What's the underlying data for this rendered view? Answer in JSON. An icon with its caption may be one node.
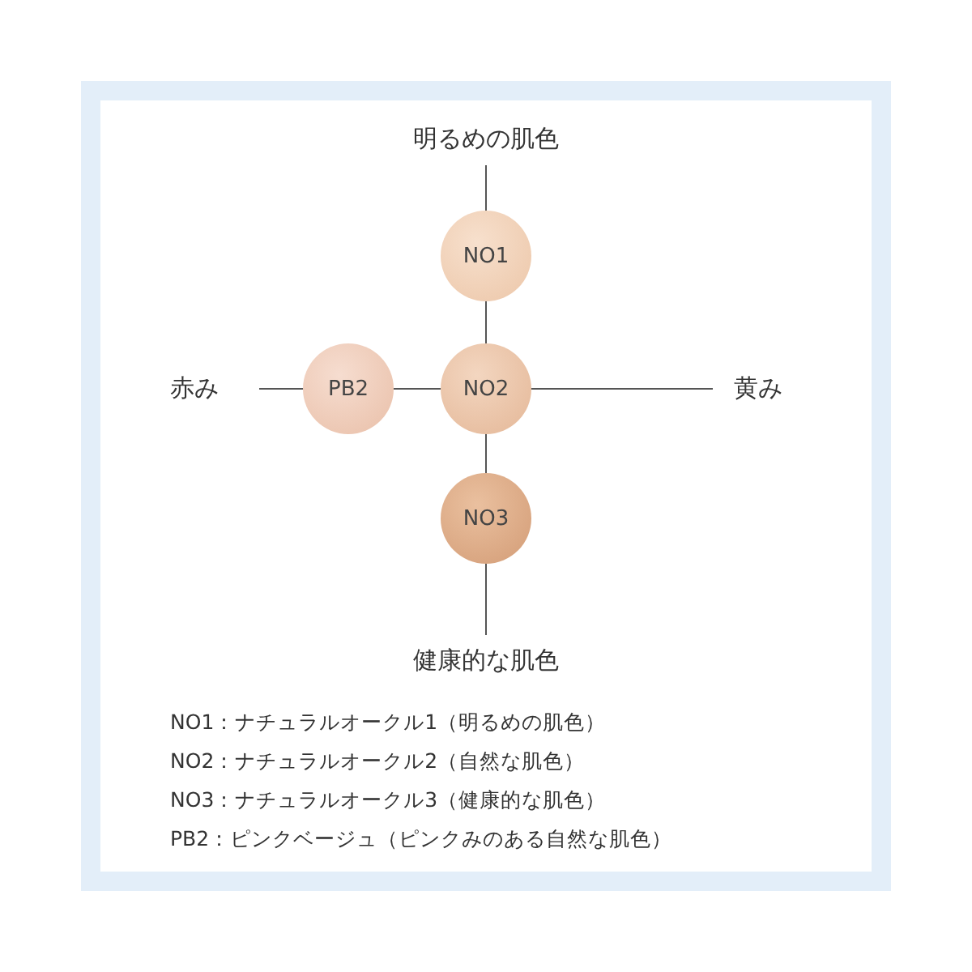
{
  "diagram": {
    "nodes": [
      {
        "text": [
          "NO1"
        ]
      },
      {
        "text": [
          "PB2"
        ]
      },
      {
        "text": [
          "NO2"
        ]
      },
      {
        "text": [
          "NO3"
        ]
      }
    ],
    "labels": [
      "明るめの肌色",
      "赤み",
      "黄み",
      "健康的な肌色",
      "NO1：ナチュラルオークル1（明るめの肌色）",
      "NO2：ナチュラルオークル2（自然な肌色）",
      "NO3：ナチュラルオークル3（健康的な肌色）",
      "PB2：ピンクベージュ（ピンクみのある自然な肌色）"
    ]
  }
}
